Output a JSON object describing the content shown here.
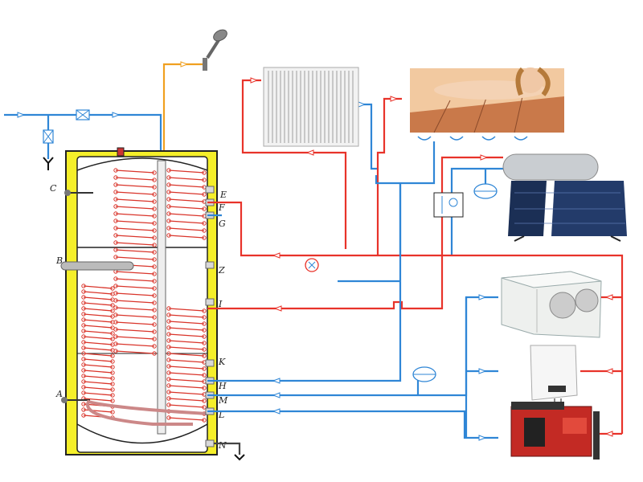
{
  "tank": {
    "port_labels": {
      "c": "C",
      "b": "B",
      "a": "A",
      "e": "E",
      "f": "F",
      "g": "G",
      "z": "Z",
      "i": "I",
      "k": "K",
      "h": "H",
      "m": "M",
      "l": "L",
      "n": "N"
    }
  },
  "colors": {
    "hot_pipe": "#e8332a",
    "cold_pipe": "#2f86d6",
    "dhw_pipe": "#f0a020",
    "tank_jacket": "#f5ef2a",
    "tank_outline": "#222222"
  },
  "icons": [
    "shower-head-icon",
    "radiator-icon",
    "underfloor-heating-photo",
    "solar-collector-icon",
    "heat-pump-icon",
    "gas-boiler-icon",
    "solid-fuel-boiler-icon",
    "expansion-vessel-icon",
    "pump-icon",
    "valve-icon",
    "drain-icon"
  ]
}
